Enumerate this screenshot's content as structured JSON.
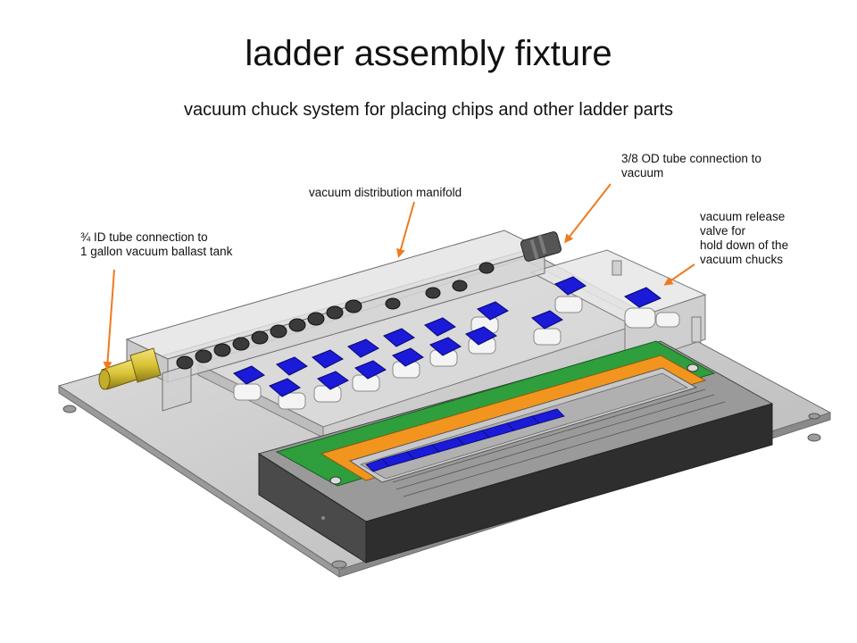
{
  "title": "ladder assembly fixture",
  "subtitle": "vacuum chuck system for placing chips and other ladder parts",
  "callouts": {
    "manifold": "vacuum distribution manifold",
    "vacuum_tube": "3/8 OD tube connection to\nvacuum",
    "ballast_tube": "¾ ID tube connection to\n1 gallon vacuum ballast tank",
    "release_valve": "vacuum release\nvalve for\nhold down of the\nvacuum chucks"
  },
  "colors": {
    "arrow": "#f07a1e",
    "valve_handle": "#1a1ad8",
    "frame_green": "#2f9e3c",
    "frame_orange": "#f2951e",
    "chip_blue": "#1a1ad8",
    "fitting_brass": "#d8c234",
    "plate_gray": "#c8c8c8",
    "base_dark": "#2e2e2e"
  }
}
